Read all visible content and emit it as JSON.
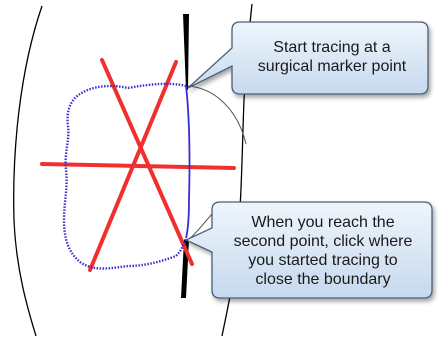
{
  "callouts": {
    "start": {
      "lines": [
        "Start tracing at a",
        "surgical marker point"
      ]
    },
    "close": {
      "lines": [
        "When you reach the",
        "second point, click where",
        "you started tracing to",
        "close the boundary"
      ]
    }
  },
  "colors": {
    "limb_outline": "#000000",
    "marker_strip": "#000000",
    "marker_lines": "#f0302e",
    "traced_boundary": "#3a2fd0",
    "closing_segment": "#3a2fd0",
    "callout_fill_top": "#e8f1fb",
    "callout_fill_bottom": "#c9dcf0",
    "callout_border": "#4b5f7a"
  }
}
